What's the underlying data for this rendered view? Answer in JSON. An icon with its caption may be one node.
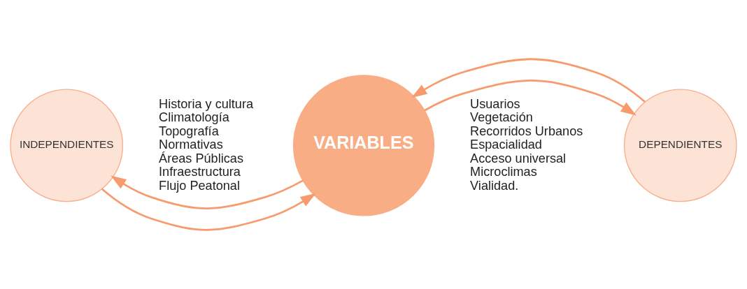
{
  "diagram": {
    "nodes": [
      {
        "text": [
          "INDEPENDIENTES"
        ],
        "beside": [
          "Historia y cultura",
          "Climatología",
          "Topografía",
          "Normativas",
          "Áreas Públicas",
          "Infraestructura",
          "Flujo Peatonal"
        ]
      },
      {
        "text": [
          "VARIABLES"
        ]
      },
      {
        "text": [
          "DEPENDIENTES"
        ],
        "beside": [
          "Usuarios",
          "Vegetación",
          "Recorridos Urbanos",
          "Espacialidad",
          "Acceso universal",
          "Microclimas",
          "Vialidad."
        ]
      }
    ],
    "edges": [
      {
        "from": 0,
        "to": 1,
        "arrow": "to"
      },
      {
        "from": 1,
        "to": 0,
        "arrow": "to"
      },
      {
        "from": 2,
        "to": 1,
        "arrow": "to"
      },
      {
        "from": 1,
        "to": 2,
        "arrow": "to"
      }
    ]
  }
}
